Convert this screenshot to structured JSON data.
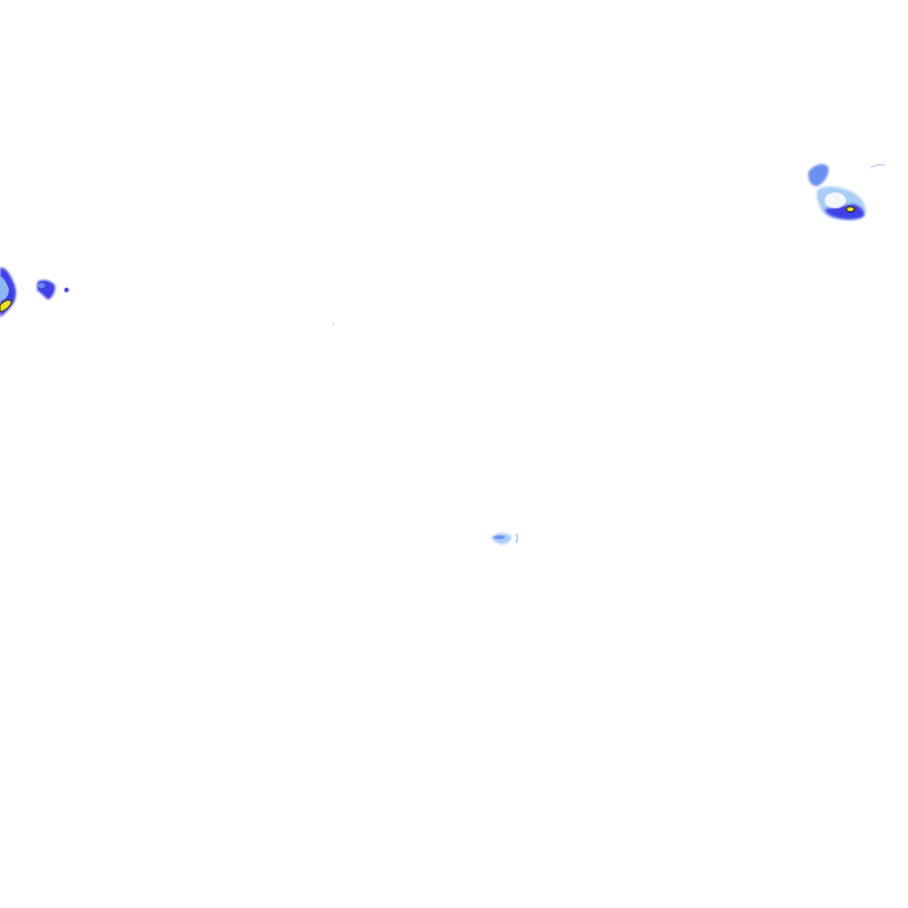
{
  "map": {
    "kind": "precipitation-radar-overlay",
    "background": "#ffffff",
    "legend_colors": {
      "light": "#a9cdf5",
      "light_moderate": "#6b8ff0",
      "moderate": "#3f3fe8",
      "heavy": "#2020d0",
      "very_heavy": "#f2e21a",
      "outline": "#1a1a1a"
    },
    "echoes": [
      {
        "name": "echo-west-edge",
        "intensity": "very_heavy"
      },
      {
        "name": "echo-west-small",
        "intensity": "heavy"
      },
      {
        "name": "echo-west-speck",
        "intensity": "heavy"
      },
      {
        "name": "echo-northeast-cluster",
        "intensity": "very_heavy"
      },
      {
        "name": "echo-center-south",
        "intensity": "light_moderate"
      }
    ]
  }
}
